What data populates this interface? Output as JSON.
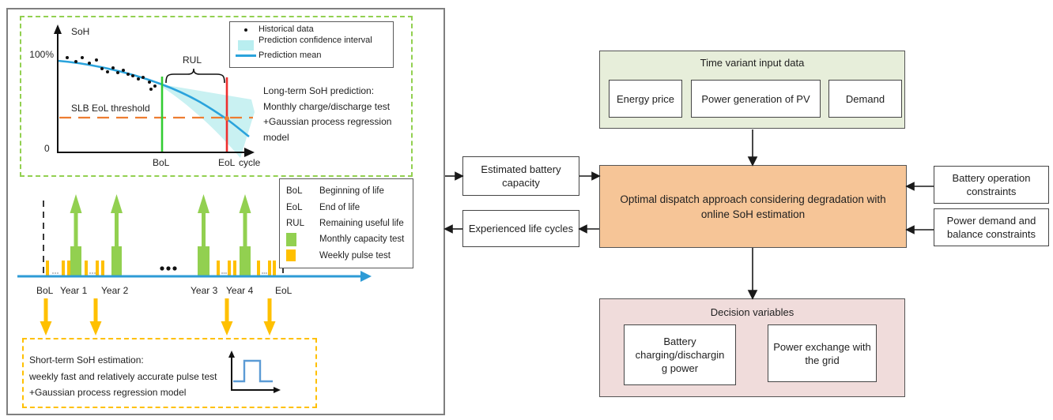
{
  "colors": {
    "panel_border": "#7f7f7f",
    "green_accent": "#92d050",
    "yellow_accent": "#ffc000",
    "timeline_blue": "#2e9bd6",
    "prediction_blue": "#2aa3dc",
    "confidence_band": "#c9f1f2",
    "eol_red": "#ee2f2f",
    "bol_green": "#33cc33",
    "threshold_orange": "#ed7d31",
    "box_green_fill": "#e7eeda",
    "box_orange_fill": "#f6c597",
    "box_pink_fill": "#f0dcdb"
  },
  "left_panel": {
    "chart": {
      "y_axis_label": "SoH",
      "y_max_label": "100%",
      "y_min_label": "0",
      "x_bol_label": "BoL",
      "x_eol_label": "EoL",
      "x_axis_label": "cycle",
      "threshold_label": "SLB EoL threshold",
      "rul_label": "RUL",
      "legend": [
        {
          "label": "Historical data"
        },
        {
          "label": "Prediction confidence interval"
        },
        {
          "label": "Prediction mean"
        }
      ],
      "note_lines": [
        "Long-term SoH prediction:",
        "Monthly charge/discharge test",
        "+Gaussian process regression",
        "model"
      ]
    },
    "timeline": {
      "labels": [
        "BoL",
        "Year 1",
        "Year 2",
        "Year 3",
        "Year 4",
        "EoL"
      ],
      "legend": [
        {
          "key": "BoL",
          "label": "Beginning of life"
        },
        {
          "key": "EoL",
          "label": "End of life"
        },
        {
          "key": "RUL",
          "label": "Remaining useful life"
        },
        {
          "swatch": "green",
          "label": "Monthly capacity test"
        },
        {
          "swatch": "yellow",
          "label": "Weekly pulse test"
        }
      ]
    },
    "short_term": {
      "lines": [
        "Short-term SoH estimation:",
        "weekly fast and relatively accurate pulse test",
        "+Gaussian process regression model"
      ]
    }
  },
  "flowchart": {
    "time_variant": {
      "title": "Time variant input data",
      "items": [
        "Energy price",
        "Power generation of PV",
        "Demand"
      ]
    },
    "core_label": "Optimal dispatch approach considering degradation with online SoH estimation",
    "left_inputs": [
      "Estimated battery capacity",
      "Experienced life cycles"
    ],
    "right_inputs": [
      "Battery operation constraints",
      "Power demand and balance constraints"
    ],
    "decision": {
      "title": "Decision variables",
      "battery_lines": [
        "Battery",
        "charging/dischargin",
        "g power"
      ],
      "grid_label": "Power exchange with the grid"
    }
  }
}
